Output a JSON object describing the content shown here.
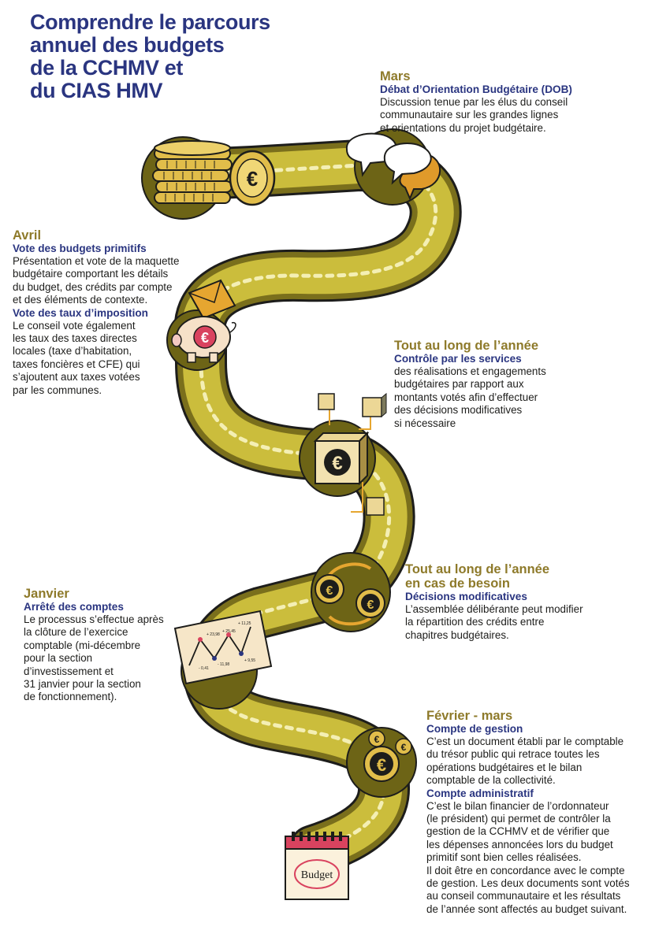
{
  "title": [
    "Comprendre le parcours",
    "annuel des budgets",
    "de la CCHMV et",
    "du CIAS HMV"
  ],
  "colors": {
    "title_blue": "#2a3580",
    "period_gold": "#8e7a2a",
    "path_yellow": "#c9bc3a",
    "path_olive": "#6f6519",
    "dash_cream": "#f3eeb0"
  },
  "steps": [
    {
      "when": "Mars",
      "sections": [
        {
          "heading": "Débat d’Orientation Budgétaire (DOB)",
          "lines": [
            "Discussion tenue par les élus du conseil",
            "communautaire sur les grandes lignes",
            "et orientations du projet budgétaire."
          ]
        }
      ]
    },
    {
      "when": "Avril",
      "sections": [
        {
          "heading": "Vote des budgets primitifs",
          "lines": [
            "Présentation et vote de la maquette",
            "budgétaire comportant les détails",
            "du budget, des crédits par compte",
            "et des éléments de contexte."
          ]
        },
        {
          "heading": "Vote des taux d’imposition",
          "lines": [
            "Le conseil vote également",
            "les taux des taxes directes",
            "locales (taxe d’habitation,",
            "taxes foncières et CFE) qui",
            "s’ajoutent aux taxes votées",
            "par les communes."
          ]
        }
      ]
    },
    {
      "when": "Tout au long de l’année",
      "sections": [
        {
          "heading": "Contrôle par les services",
          "lines": [
            "des réalisations et engagements",
            "budgétaires par rapport aux",
            "montants votés afin d’effectuer",
            "des décisions modificatives",
            "si nécessaire"
          ]
        }
      ]
    },
    {
      "when": "Tout au long de l’année\nen cas de besoin",
      "sections": [
        {
          "heading": "Décisions modificatives",
          "lines": [
            "L’assemblée délibérante peut modifier",
            "la répartition des crédits entre",
            "chapitres budgétaires."
          ]
        }
      ]
    },
    {
      "when": "Janvier",
      "sections": [
        {
          "heading": "Arrêté des comptes",
          "lines": [
            "Le processus s’effectue après",
            "la clôture de l’exercice",
            "comptable (mi-décembre",
            "pour la section",
            "d’investissement et",
            "31 janvier pour la section",
            "de fonctionnement)."
          ]
        }
      ]
    },
    {
      "when": "Février - mars",
      "sections": [
        {
          "heading": "Compte de gestion",
          "lines": [
            "C’est un document établi par le comptable",
            "du trésor public qui retrace toutes les",
            "opérations budgétaires et le bilan",
            "comptable de la collectivité."
          ]
        },
        {
          "heading": "Compte administratif",
          "lines": [
            "C’est le bilan financier de l’ordonnateur",
            "(le président) qui permet de contrôler la",
            "gestion de la CCHMV et de vérifier que",
            "les dépenses annoncées lors du budget",
            "primitif sont bien celles réalisées.",
            "Il doit être en concordance avec le compte",
            "de gestion. Les deux documents sont votés",
            "au conseil communautaire et les résultats",
            "de l’année sont affectés au budget suivant."
          ]
        }
      ]
    }
  ],
  "illustrations": {
    "coins_icon": "euro-coin-stack-icon",
    "speech_icon": "speech-bubbles-icon",
    "piggy_icon": "piggy-bank-envelope-icon",
    "cube_icon": "euro-cube-icon",
    "exchange_icon": "euro-exchange-arrows-icon",
    "chart_icon": "line-chart-paper-icon",
    "chart_labels": [
      "+ 23,98",
      "+ 25,45",
      "+ 11,25",
      "- 0,41",
      "- 11,98",
      "+ 9,55"
    ],
    "calendar_icon": "budget-calendar-icon",
    "calendar_label": "Budget",
    "coin_symbol": "€"
  }
}
